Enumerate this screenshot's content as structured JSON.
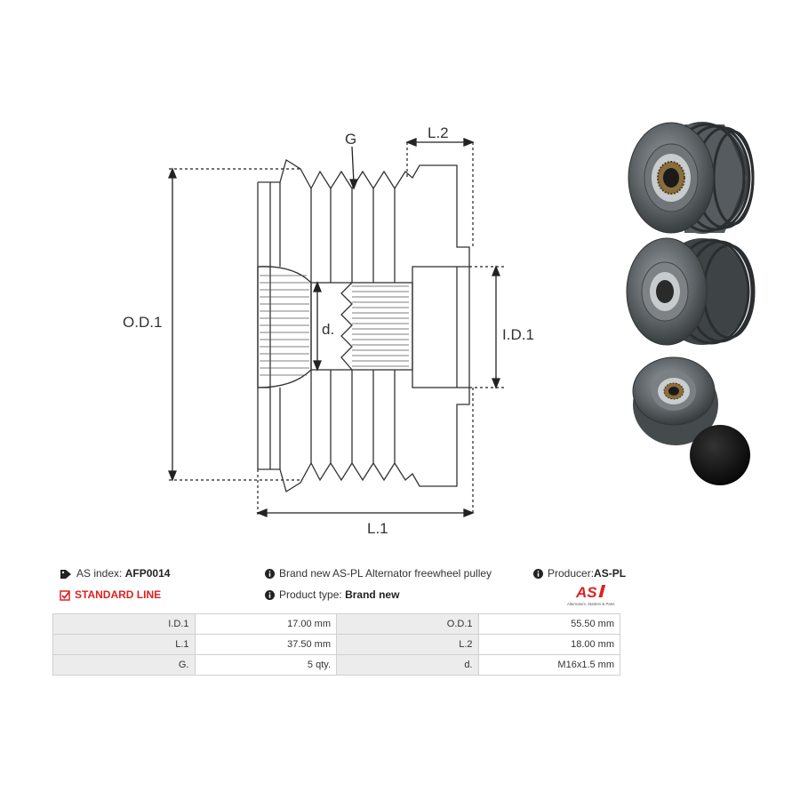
{
  "diagram": {
    "labels": {
      "g": "G",
      "l2": "L.2",
      "od1": "O.D.1",
      "id1": "I.D.1",
      "d": "d.",
      "l1": "L.1"
    }
  },
  "info": {
    "as_index_label": "AS index:",
    "as_index_value": "AFP0014",
    "line": "STANDARD LINE",
    "description": "Brand new AS-PL Alternator freewheel pulley",
    "product_type_label": "Product type:",
    "product_type_value": "Brand new",
    "producer_label": "Producer:",
    "producer_value": "AS-PL",
    "logo_text": "AS",
    "logo_tagline": "Alternators, Starters & Parts"
  },
  "specs": [
    [
      {
        "k": "I.D.1",
        "v": "17.00 mm"
      },
      {
        "k": "O.D.1",
        "v": "55.50 mm"
      }
    ],
    [
      {
        "k": "L.1",
        "v": "37.50 mm"
      },
      {
        "k": "L.2",
        "v": "18.00 mm"
      }
    ],
    [
      {
        "k": "G.",
        "v": "5 qty."
      },
      {
        "k": "d.",
        "v": "M16x1.5 mm"
      }
    ]
  ],
  "colors": {
    "accent_red": "#dd2222",
    "table_key_bg": "#ececec",
    "border": "#d0d0d0"
  }
}
